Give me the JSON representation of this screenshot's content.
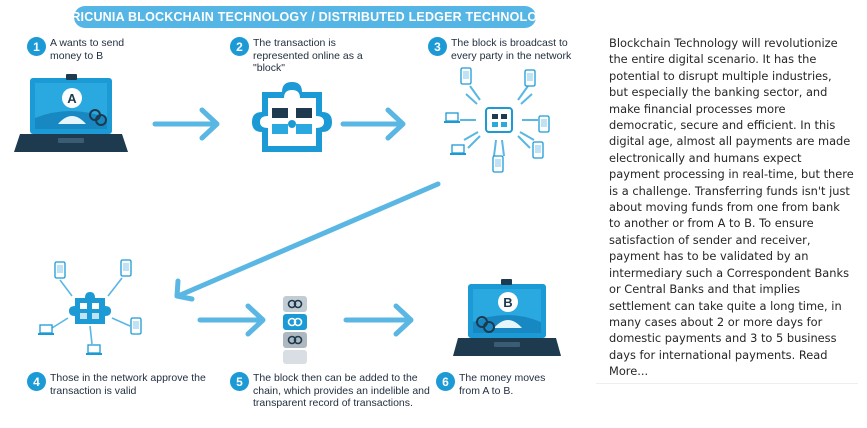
{
  "banner": {
    "title": "AFRICUNIA BLOCKCHAIN TECHNOLOGY / DISTRIBUTED LEDGER TECHNOLOGY"
  },
  "steps": [
    {
      "number": "1",
      "text": "A wants to send money to B",
      "badge": "A"
    },
    {
      "number": "2",
      "text": "The transaction is represented online as a \"block\""
    },
    {
      "number": "3",
      "text": "The  block is broadcast to every party in the network"
    },
    {
      "number": "4",
      "text": "Those in the network approve the transaction is valid"
    },
    {
      "number": "5",
      "text": "The block then can be  added to the chain, which provides an indelible and transparent record of transactions."
    },
    {
      "number": "6",
      "text": "The money moves from A to B.",
      "badge": "B"
    }
  ],
  "article": {
    "body": "Blockchain Technology will revolutionize the entire digital scenario. It has the potential to disrupt multiple industries, but especially the banking sector, and make financial processes more democratic, secure and efficient. In this digital age, almost all payments are made electronically and humans expect payment processing in real-time, but there is a challenge. Transferring funds isn't just about moving funds from one from bank to another or from A to B. To ensure satisfaction of sender and receiver, payment has to be validated by an intermediary such a Correspondent Banks or Central Banks and that implies settlement can take quite a long time, in many cases about 2 or more days for domestic payments and 3 to 5 business days for international payments.",
    "read_more": "Read More..."
  },
  "colors": {
    "accent": "#1c9ad6",
    "banner": "#55b6e6",
    "arrow": "#5ab6e3",
    "dark": "#1d3a4f"
  },
  "icons": [
    "laptop-icon",
    "puzzle-block-icon",
    "network-broadcast-icon",
    "network-approve-icon",
    "chain-blocks-icon",
    "arrow-right-icon",
    "arrow-diagonal-icon"
  ]
}
